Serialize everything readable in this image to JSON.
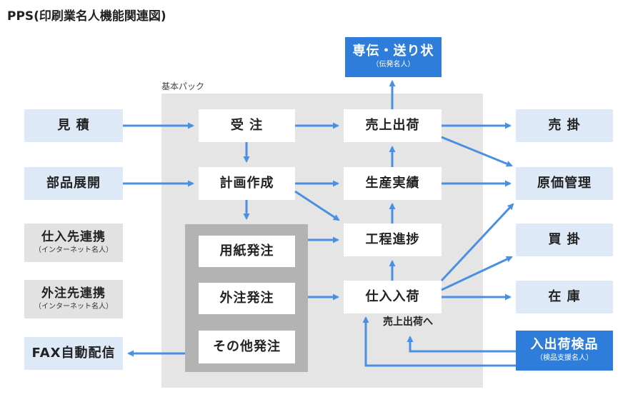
{
  "title": "PPS(印刷業名人機能関連図)",
  "region_label": "基本パック",
  "nodes": {
    "mitsumori": {
      "main": "見 積"
    },
    "buhin": {
      "main": "部品展開"
    },
    "shiire_renkei": {
      "main": "仕入先連携",
      "sub": "（インターネット名人）"
    },
    "gaichu_renkei": {
      "main": "外注先連携",
      "sub": "（インターネット名人）"
    },
    "fax": {
      "main": "FAX自動配信"
    },
    "juchu": {
      "main": "受 注"
    },
    "keikaku": {
      "main": "計画作成"
    },
    "youshi": {
      "main": "用紙発注"
    },
    "gaichu": {
      "main": "外注発注"
    },
    "sonota": {
      "main": "その他発注"
    },
    "uriage": {
      "main": "売上出荷"
    },
    "seisan": {
      "main": "生産実績"
    },
    "koutei": {
      "main": "工程進捗"
    },
    "shiire": {
      "main": "仕入入荷"
    },
    "densou": {
      "main": "専伝・送り状",
      "sub": "（伝発名人）"
    },
    "urikake": {
      "main": "売 掛"
    },
    "genka": {
      "main": "原価管理"
    },
    "kaikake": {
      "main": "買 掛"
    },
    "zaiko": {
      "main": "在 庫"
    },
    "kenpin": {
      "main": "入出荷検品",
      "sub": "（検品支援名人）"
    }
  },
  "annotation": "売上出荷へ",
  "colors": {
    "arrow": "#4a90e2",
    "external_box": "#dde9f7",
    "highlight_box": "#2f7ddb",
    "basic_pack_bg": "#e5e5e5",
    "order_group_bg": "#b3b3b3"
  }
}
